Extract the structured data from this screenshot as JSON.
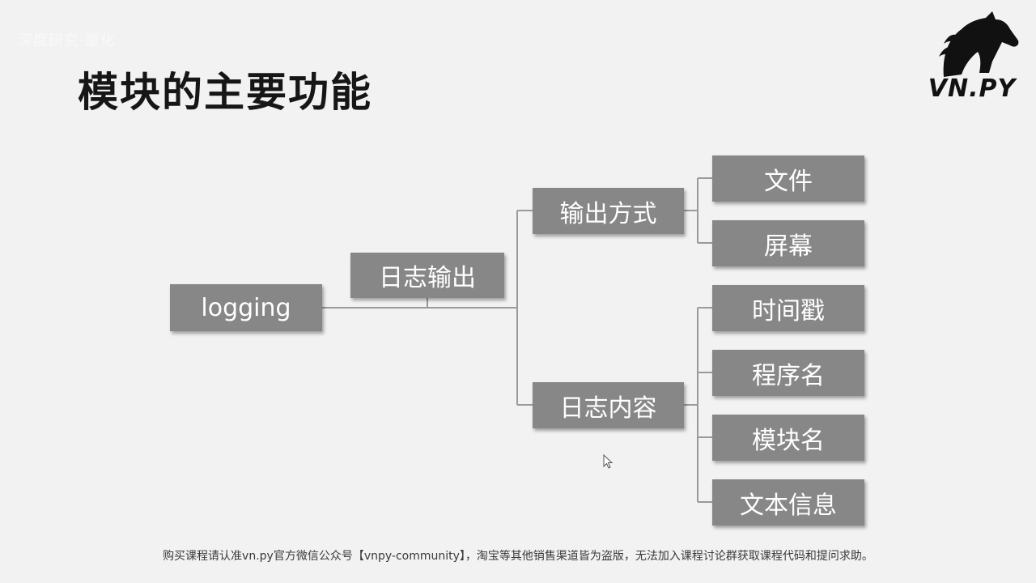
{
  "title": "模块的主要功能",
  "watermark": "深度研究·量化",
  "logo": {
    "text": "VN.PY",
    "icon": "horse-head-icon"
  },
  "diagram": {
    "root": "logging",
    "level1": "日志输出",
    "level2": [
      "输出方式",
      "日志内容"
    ],
    "output_methods": [
      "文件",
      "屏幕"
    ],
    "log_contents": [
      "时间戳",
      "程序名",
      "模块名",
      "文本信息"
    ]
  },
  "footer": "购买课程请认准vn.py官方微信公众号【vnpy-community】，淘宝等其他销售渠道皆为盗版，无法加入课程讨论群获取课程代码和提问求助。",
  "colors": {
    "node": "#878787",
    "node_text": "#ffffff",
    "line": "#9a9a9a",
    "background": "#f2f2f2"
  }
}
